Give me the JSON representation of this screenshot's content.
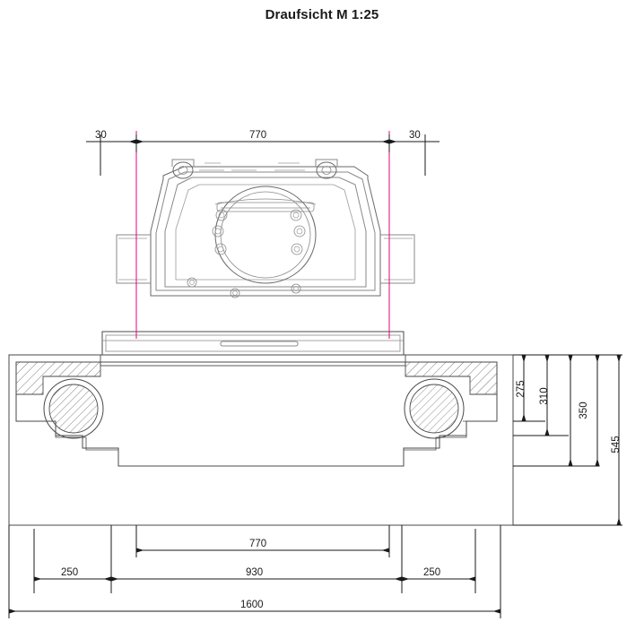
{
  "title": "Draufsicht M 1:25",
  "colors": {
    "line": "#4a4a4a",
    "line_light": "#8a8a8a",
    "dimension": "#1a1a1a",
    "magenta": "#e6007e",
    "hatch": "#6a6a6a",
    "text": "#1a1a1a"
  },
  "drawing": {
    "view_label": "Draufsicht",
    "scale_label": "M 1:25"
  },
  "dimensions": {
    "top_row": [
      {
        "name": "left-flange",
        "value": "30"
      },
      {
        "name": "center-width",
        "value": "770"
      },
      {
        "name": "right-flange",
        "value": "30"
      }
    ],
    "right_column": [
      {
        "name": "depth-275",
        "value": "275"
      },
      {
        "name": "depth-310",
        "value": "310"
      },
      {
        "name": "depth-350",
        "value": "350"
      },
      {
        "name": "depth-545",
        "value": "545"
      }
    ],
    "bottom_rows": [
      {
        "name": "inner-770",
        "value": "770"
      },
      {
        "name": "left-250",
        "value": "250"
      },
      {
        "name": "middle-930",
        "value": "930"
      },
      {
        "name": "right-250",
        "value": "250"
      },
      {
        "name": "overall-1600",
        "value": "1600"
      }
    ]
  }
}
